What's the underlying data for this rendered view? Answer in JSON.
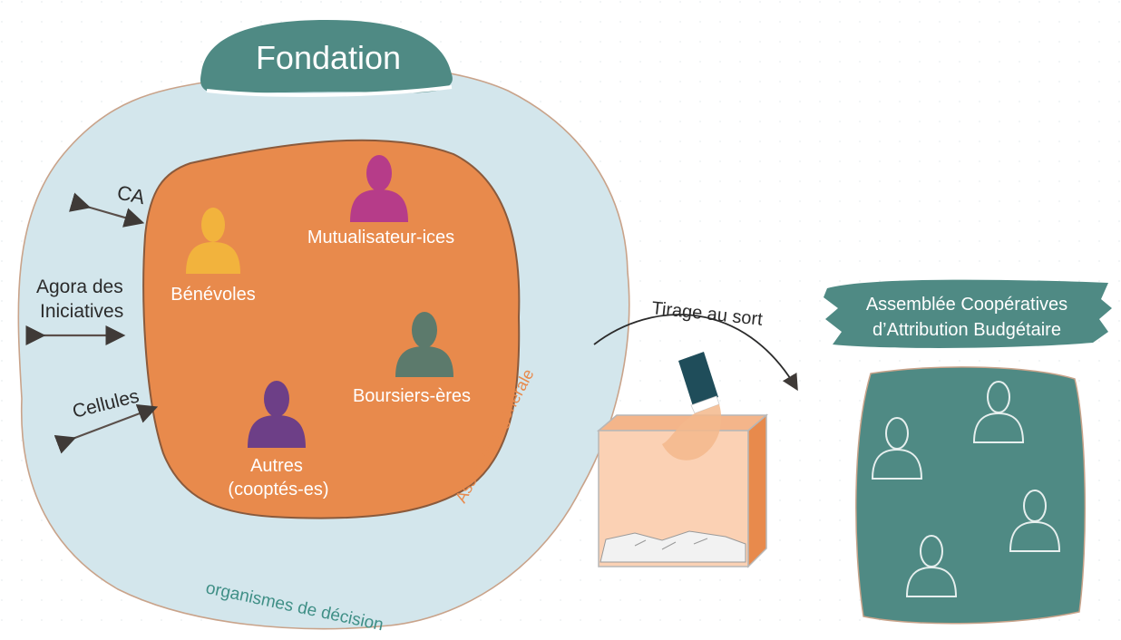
{
  "title": "Fondation",
  "outer_caption": "organismes de décision",
  "inner_caption": "Assemblée générale",
  "arrows_left": {
    "ca": "CA",
    "agora_line1": "Agora des",
    "agora_line2": "Iniciatives",
    "cellules": "Cellules"
  },
  "members": {
    "benevoles": "Bénévoles",
    "mutualisateurs": "Mutualisateur-ices",
    "boursiers": "Boursiers-ères",
    "autres_line1": "Autres",
    "autres_line2": "(cooptés-es)"
  },
  "draw_label": "Tirage au sort",
  "assembly": {
    "line1": "Assemblée Coopératives",
    "line2": "d’Attribution Budgétaire"
  },
  "colors": {
    "teal": "#4f8a84",
    "light_blue": "#d3e6ec",
    "orange": "#e88a4c",
    "yellow": "#f2b33d",
    "magenta": "#b63c89",
    "purple": "#6d3f87",
    "slate_green": "#5c7a6c",
    "arrow": "#5a4f4a"
  },
  "icons": [
    "person-icon",
    "ballot-box-icon",
    "hand-icon"
  ]
}
